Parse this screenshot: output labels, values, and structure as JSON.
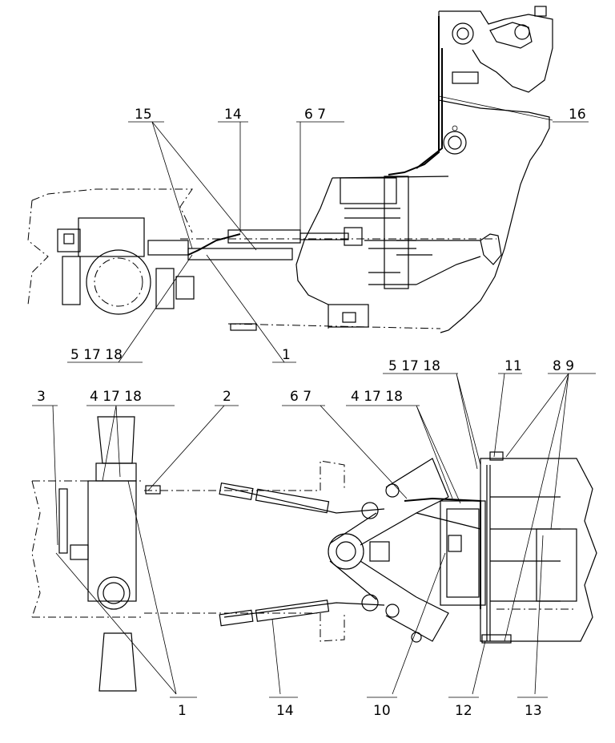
{
  "callouts_top": {
    "c15": "15",
    "c14": "14",
    "c6_7": "6  7",
    "c16": "16",
    "c1": "1",
    "c5_17_18": "5  17  18"
  },
  "callouts_bottom": {
    "c3": "3",
    "c4_17_18_left": "4  17  18",
    "c2": "2",
    "c6_7": "6  7",
    "c4_17_18_mid": "4  17  18",
    "c5_17_18": "5  17  18",
    "c11": "11",
    "c8_9": "8  9",
    "c1": "1",
    "c14": "14",
    "c10": "10",
    "c12": "12",
    "c13": "13"
  }
}
